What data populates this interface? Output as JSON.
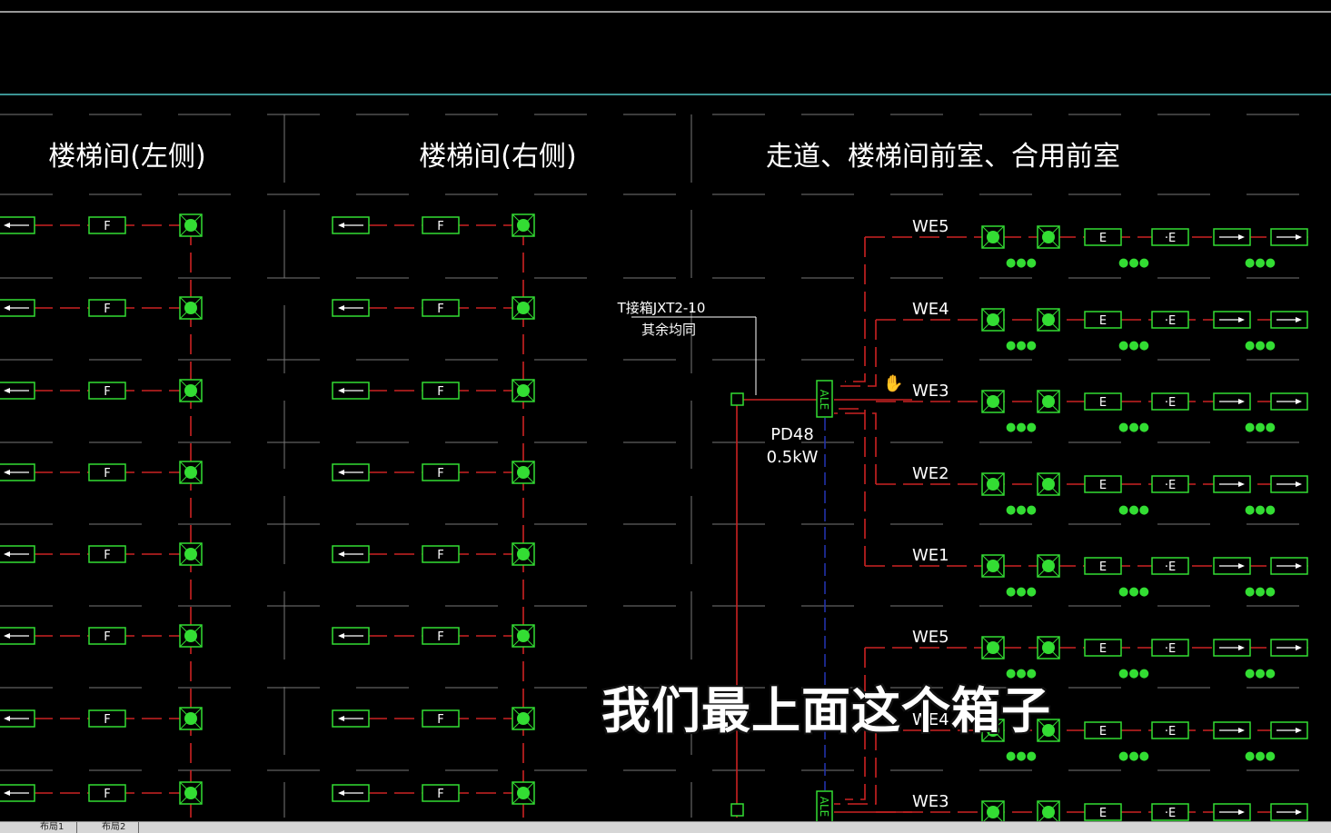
{
  "headers": {
    "left": "楼梯间(左侧)",
    "middle": "楼梯间(右侧)",
    "right": "走道、楼梯间前室、合用前室"
  },
  "stair_symbols": {
    "arrow": "←",
    "f_label": "F"
  },
  "corridor_symbols": {
    "e_label": "E",
    "e2_label": "·E",
    "arrow": "→",
    "dots": "●●●"
  },
  "circuits": [
    "WE5",
    "WE4",
    "WE3",
    "WE2",
    "WE1",
    "WE5",
    "WE4",
    "WE3"
  ],
  "riser_note": {
    "line1": "T接箱JXT2-10",
    "line2": "其余均同"
  },
  "panel": {
    "label": "ALE",
    "name": "PD48",
    "power": "0.5kW"
  },
  "subtitle": "我们最上面这个箱子",
  "tabs": [
    "布局1",
    "布局2"
  ],
  "colors": {
    "background": "#000000",
    "symbol": "#33dd33",
    "wire": "#cc2222",
    "grid": "#777777",
    "text": "#ffffff",
    "cyan": "#4fc6c6",
    "blue": "#2233aa"
  }
}
